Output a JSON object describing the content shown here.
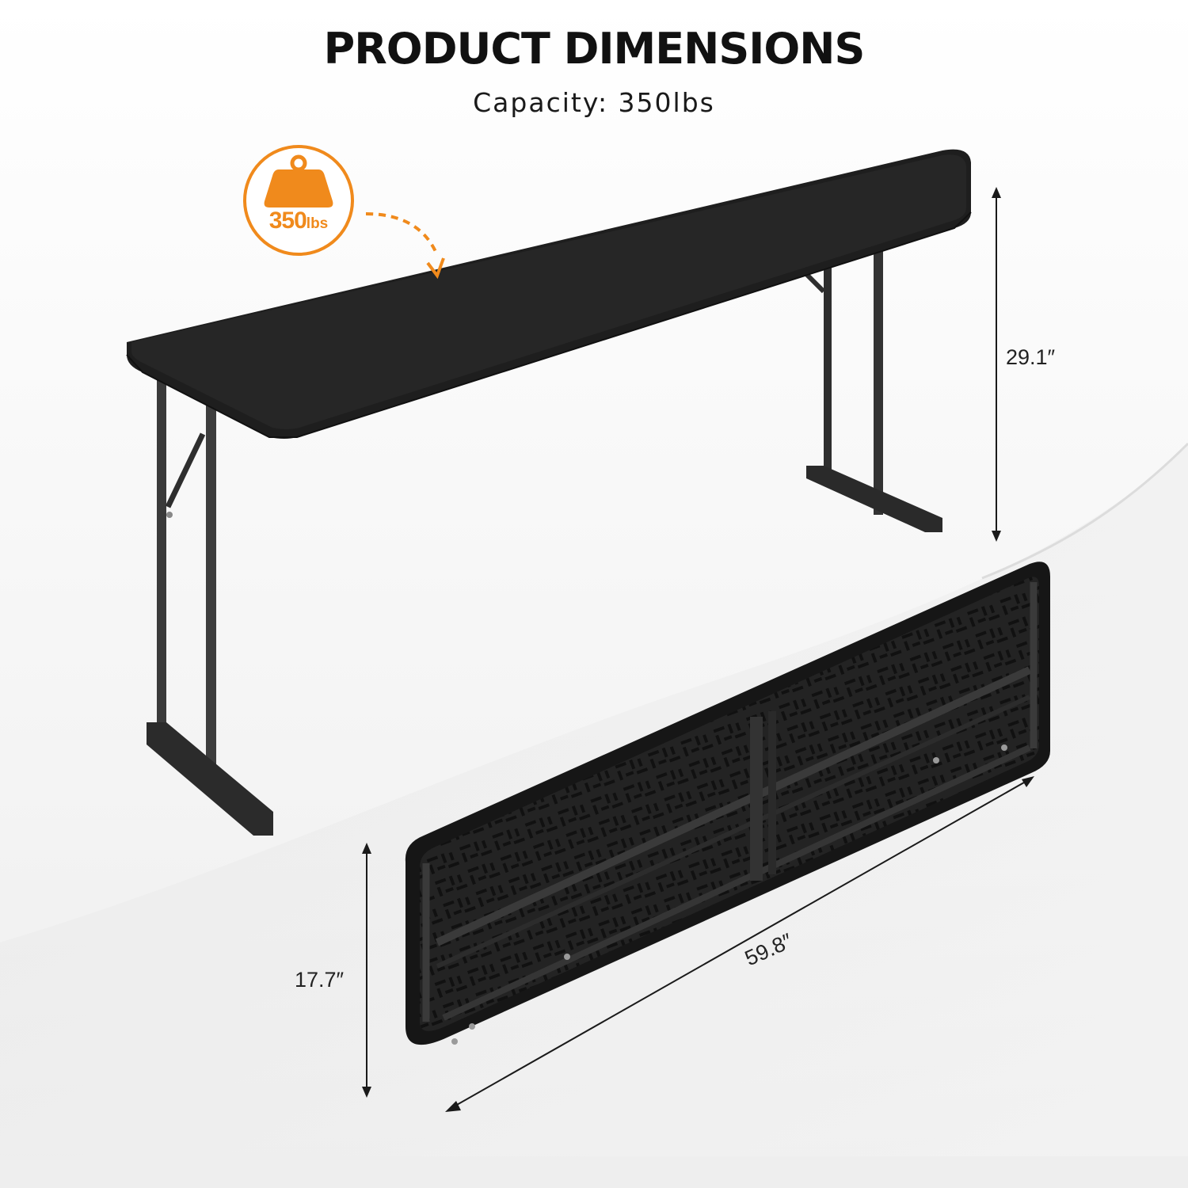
{
  "header": {
    "title": "PRODUCT DIMENSIONS",
    "subtitle": "Capacity: 350lbs"
  },
  "badge": {
    "weight_value": "350",
    "weight_unit": "lbs",
    "icon": "weight-icon"
  },
  "dimensions": {
    "height": "29.1″",
    "depth": "17.7″",
    "length": "59.8″"
  },
  "colors": {
    "accent": "#f08a1c",
    "table": "#1b1b1b",
    "frame": "#3a3a3a"
  }
}
